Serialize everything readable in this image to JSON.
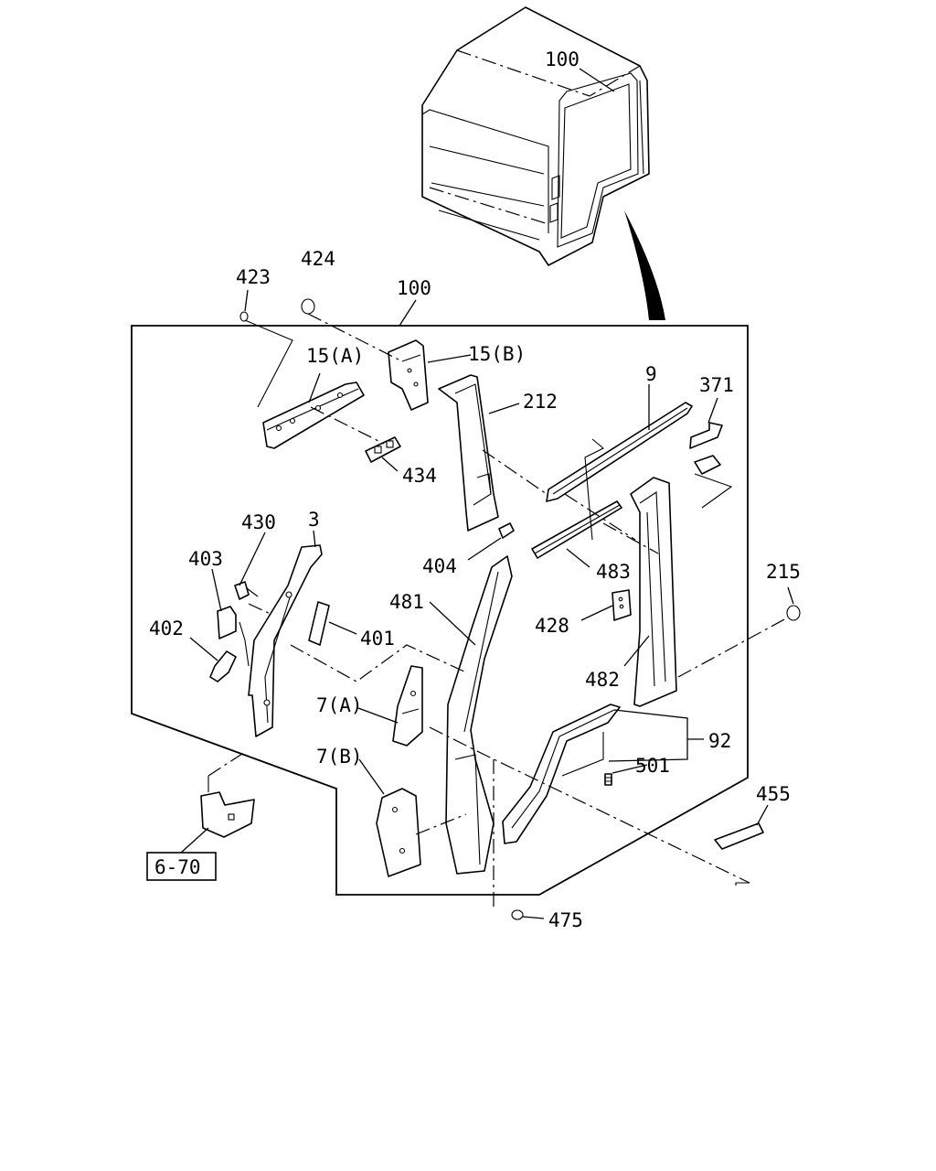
{
  "callouts": {
    "c100_top": "100",
    "c100_frame": "100",
    "c423": "423",
    "c424": "424",
    "c15a": "15(A)",
    "c15b": "15(B)",
    "c212": "212",
    "c9": "9",
    "c371": "371",
    "c434": "434",
    "c430": "430",
    "c3": "3",
    "c403": "403",
    "c404": "404",
    "c483": "483",
    "c481": "481",
    "c215": "215",
    "c428": "428",
    "c402": "402",
    "c401": "401",
    "c482": "482",
    "c7a": "7(A)",
    "c92": "92",
    "c501": "501",
    "c7b": "7(B)",
    "c455": "455",
    "c670": "6-70",
    "c475": "475"
  }
}
